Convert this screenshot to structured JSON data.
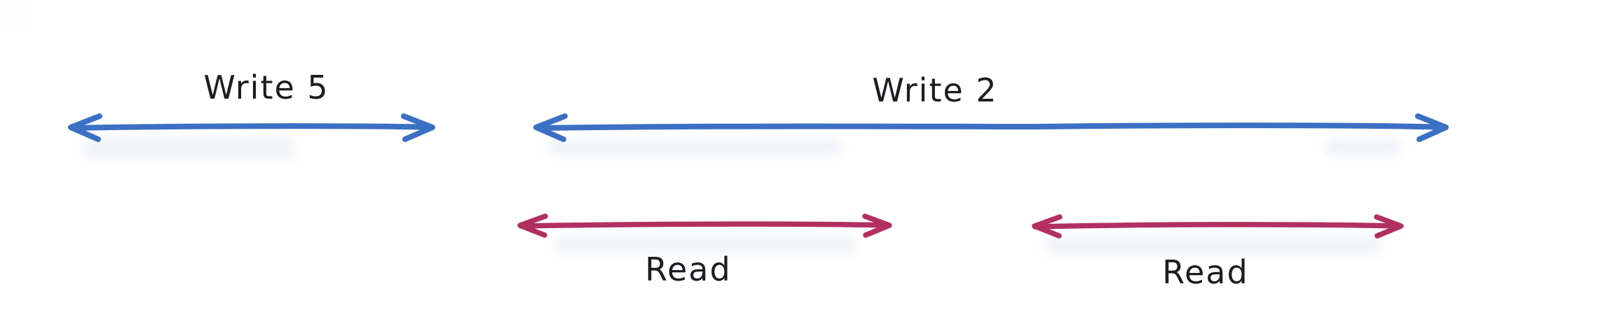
{
  "diagram": {
    "background_color": "#ffffff",
    "colors": {
      "write_arrow": "#3b70c4",
      "read_arrow": "#b23060",
      "label_text": "#1c1c21",
      "watermark_smudge": "#cdd8ea"
    },
    "timelines": [
      {
        "label": "Write 5",
        "operation": "write",
        "row": "top"
      },
      {
        "label": "Write 2",
        "operation": "write",
        "row": "top"
      },
      {
        "label": "Read",
        "operation": "read",
        "row": "bottom"
      },
      {
        "label": "Read",
        "operation": "read",
        "row": "bottom"
      }
    ]
  }
}
